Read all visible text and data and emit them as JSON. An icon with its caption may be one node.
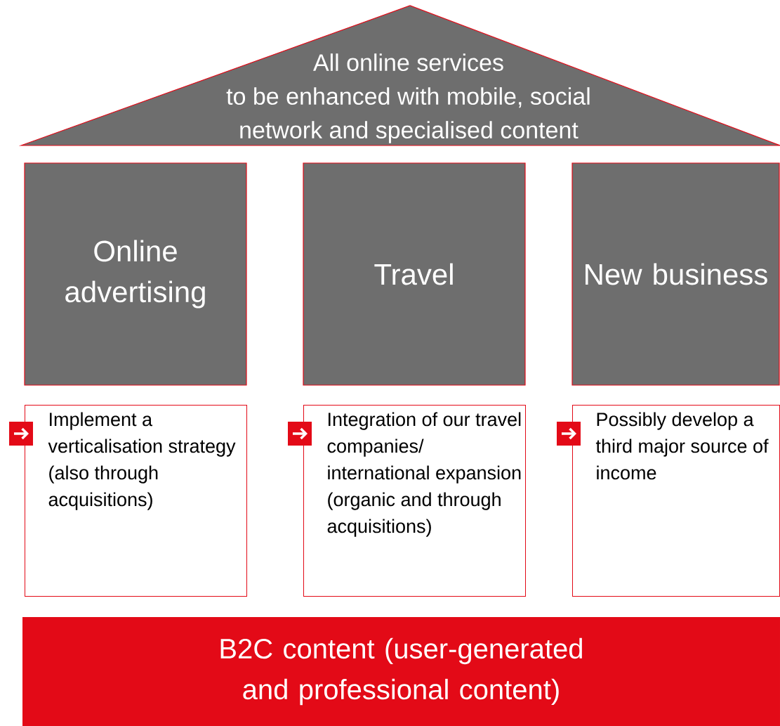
{
  "diagram": {
    "nodes": [
      {
        "text": [
          "All online services to be enhanced with mobile, social network and specialised content"
        ]
      },
      {
        "text": [
          "Online advertising"
        ]
      },
      {
        "text": [
          "Travel"
        ]
      },
      {
        "text": [
          "New business"
        ]
      },
      {
        "text": [
          "Implement a verticalisation strategy (also through acquisitions)"
        ]
      },
      {
        "text": [
          "Integration of our travel companies/ international expansion (organic and through acquisitions)"
        ]
      },
      {
        "text": [
          "Possibly develop a third major source of income"
        ]
      },
      {
        "text": [
          "B2C content (user-generated and professional content)"
        ]
      }
    ]
  }
}
